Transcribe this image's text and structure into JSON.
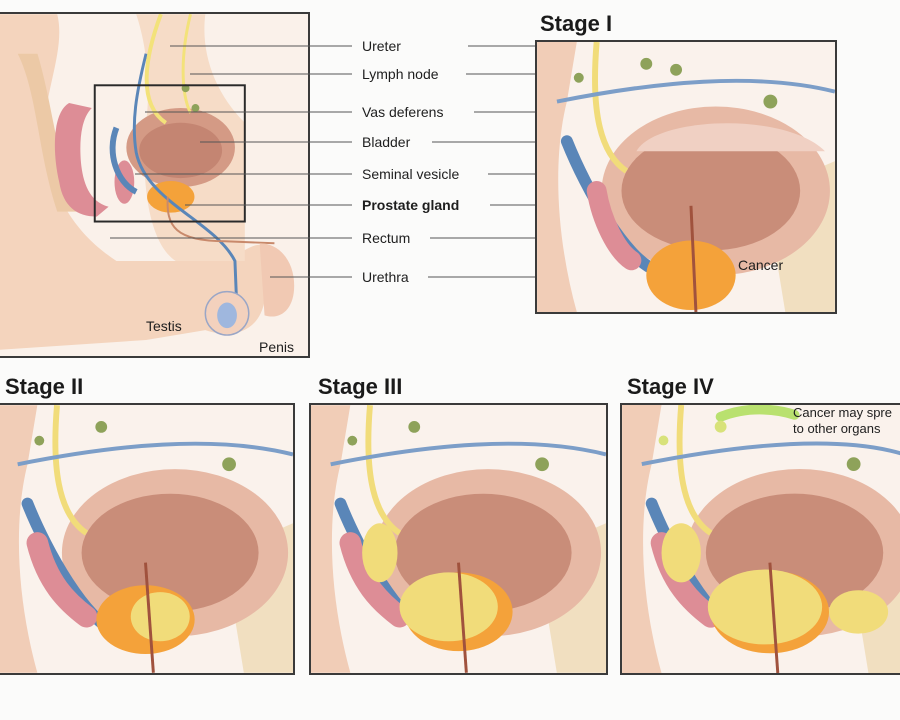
{
  "labels": {
    "ureter": "Ureter",
    "lymph_node": "Lymph node",
    "vas_deferens": "Vas deferens",
    "bladder": "Bladder",
    "seminal_vesicle": "Seminal vesicle",
    "prostate_gland": "Prostate gland",
    "rectum": "Rectum",
    "urethra": "Urethra",
    "testis": "Testis",
    "penis": "Penis"
  },
  "stages": {
    "stage1": {
      "title": "Stage I",
      "note": "Cancer"
    },
    "stage2": {
      "title": "Stage II"
    },
    "stage3": {
      "title": "Stage III"
    },
    "stage4": {
      "title": "Stage IV",
      "note_line1": "Cancer may spre",
      "note_line2": "to other organs"
    }
  },
  "colors": {
    "skin": "#f6d9c4",
    "bladder": "#d9a08a",
    "prostate": "#f4a23a",
    "tumor": "#f1dc7a",
    "vas": "#5a86b8",
    "ureter": "#f3e27a",
    "lymph": "#8ea25a",
    "rectum": "#dd8d96"
  }
}
